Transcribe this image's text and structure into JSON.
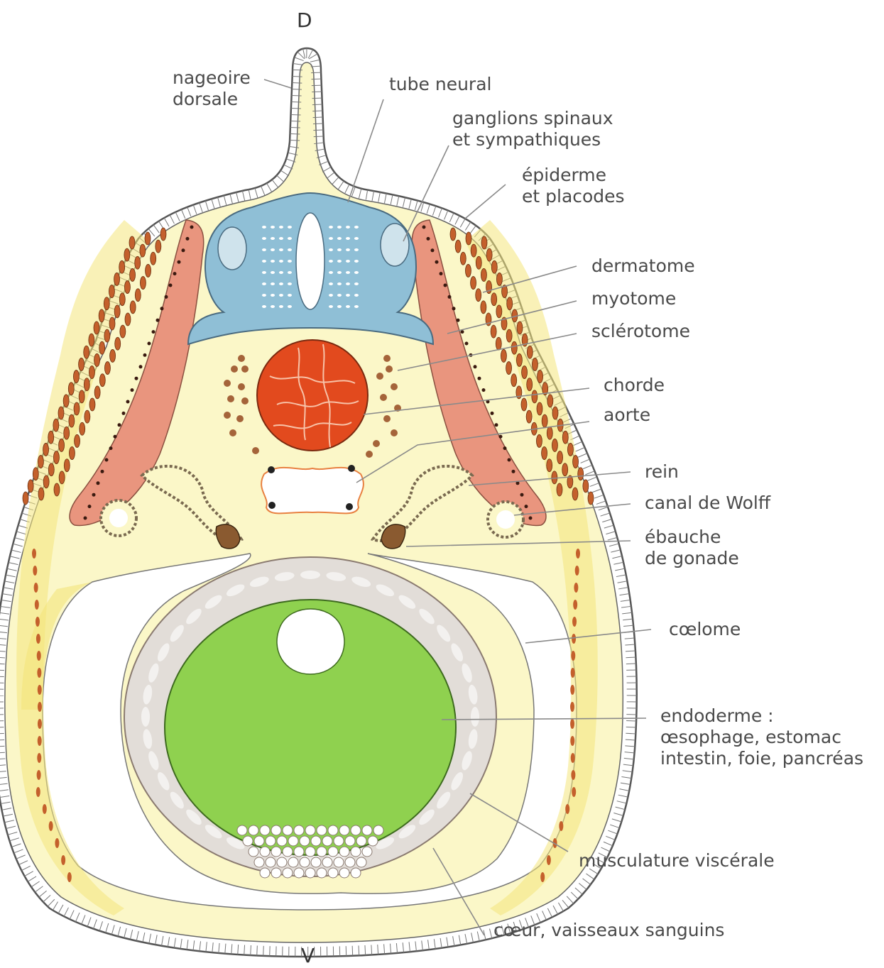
{
  "orientation": {
    "dorsal": "D",
    "ventral": "V"
  },
  "labels": {
    "nageoire": [
      "nageoire",
      "dorsale"
    ],
    "tube_neural": "tube neural",
    "ganglions": [
      "ganglions spinaux",
      "et sympathiques"
    ],
    "epiderme": [
      "épiderme",
      "et placodes"
    ],
    "dermatome": "dermatome",
    "myotome": "myotome",
    "sclerotome": "sclérotome",
    "chorde": "chorde",
    "aorte": "aorte",
    "rein": "rein",
    "canal_wolff": "canal de Wolff",
    "ebauche": [
      "ébauche",
      "de gonade"
    ],
    "coelome": "cœlome",
    "endoderme": [
      "endoderme :",
      "œsophage, estomac",
      "intestin, foie, pancréas"
    ],
    "musculature": "musculature viscérale",
    "coeur": "cœur, vaisseaux sanguins"
  },
  "colors": {
    "mesenchyme": "#fbf7c8",
    "mesoderm_band": "#f4e57c",
    "neural": "#8fbfd6",
    "chorde": "#e24a1e",
    "myotome": "#e9957e",
    "endoderm": "#8fd14f",
    "visceral_muscle": "#e2ddd8",
    "cell_brown": "#c4602c",
    "epidermis_edge": "#555555"
  }
}
